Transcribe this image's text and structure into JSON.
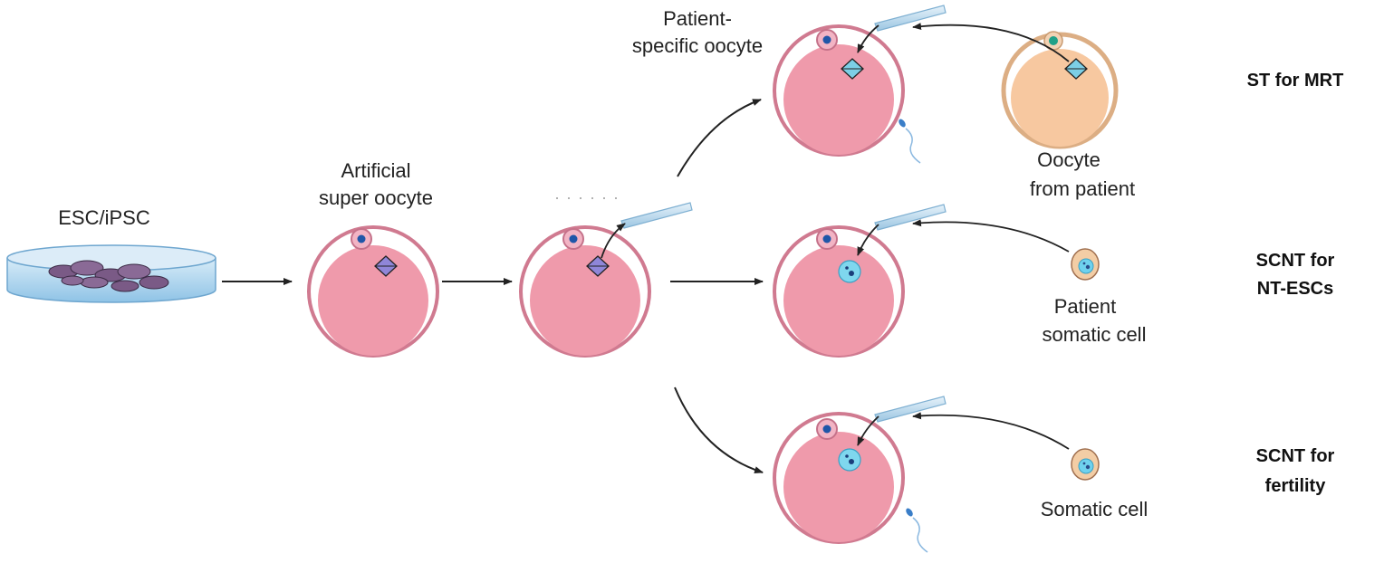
{
  "labels": {
    "esc": "ESC/iPSC",
    "artificial_l1": "Artificial",
    "artificial_l2": "super oocyte",
    "patient_specific_l1": "Patient-",
    "patient_specific_l2": "specific oocyte",
    "oocyte_patient_l1": "Oocyte",
    "oocyte_patient_l2": "from patient",
    "patient_somatic_l1": "Patient",
    "patient_somatic_l2": "somatic cell",
    "somatic": "Somatic cell"
  },
  "rows": {
    "st_l1": "ST for MRT",
    "scnt1_l1": "SCNT for",
    "scnt1_l2": "NT-ESCs",
    "scnt2_l1": "SCNT for",
    "scnt2_l2": "fertility"
  },
  "colors": {
    "oocyte_fill": "#ef9aab",
    "zona": "#d07a90",
    "patient_oocyte_fill": "#f7c8a0",
    "patient_oocyte_ring": "#dcae84",
    "pipette": "#bcd9ee",
    "nucleus": "#7fd7ee"
  }
}
